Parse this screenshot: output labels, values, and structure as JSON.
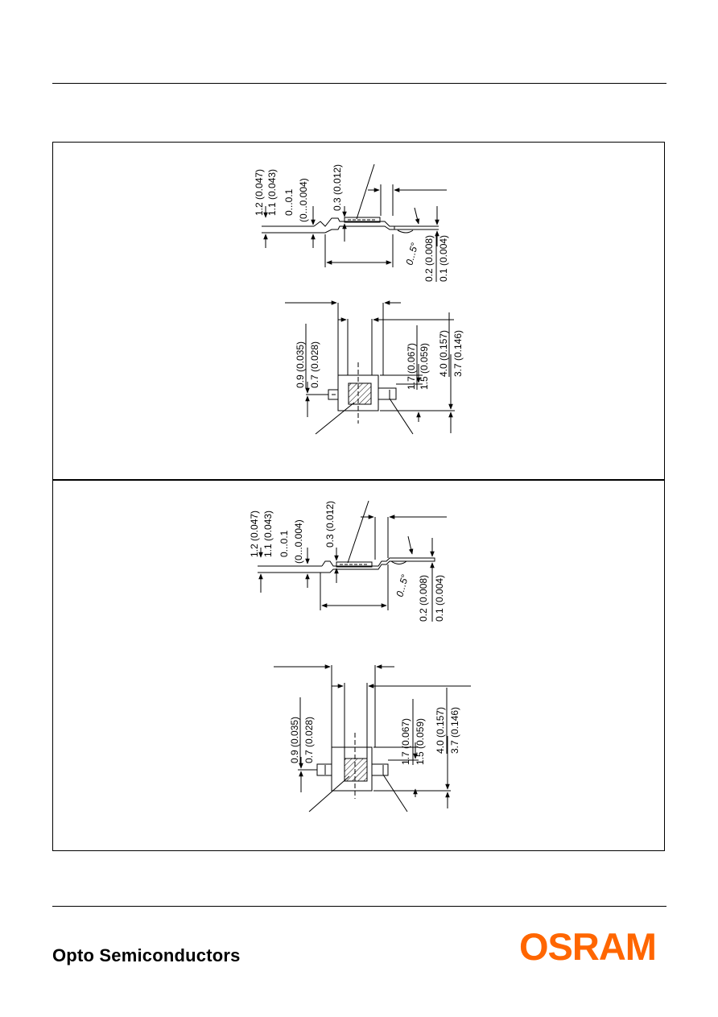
{
  "footer": {
    "company_label": "Opto Semiconductors",
    "logo_text": "OSRAM",
    "logo_color": "#ff6600"
  },
  "drawing_top": {
    "side_view": {
      "dims": [
        "1.2 (0.047)",
        "1.1 (0.043)",
        "0...0.1",
        "(0...0.004)",
        "0.3 (0.012)",
        "0...5°",
        "0.2 (0.008)",
        "0.1 (0.004)"
      ]
    },
    "top_view": {
      "dims": [
        "0.9 (0.035)",
        "0.7 (0.028)",
        "1.7 (0.067)",
        "1.5 (0.059)",
        "4.0 (0.157)",
        "3.7 (0.146)"
      ]
    }
  },
  "drawing_bottom": {
    "side_view": {
      "dims": [
        "1.2 (0.047)",
        "1.1 (0.043)",
        "0...0.1",
        "(0...0.004)",
        "0.3 (0.012)",
        "0...5°",
        "0.2 (0.008)",
        "0.1 (0.004)"
      ]
    },
    "top_view": {
      "dims": [
        "0.9 (0.035)",
        "0.7 (0.028)",
        "1.7 (0.067)",
        "1.5 (0.059)",
        "4.0 (0.157)",
        "3.7 (0.146)"
      ]
    }
  }
}
